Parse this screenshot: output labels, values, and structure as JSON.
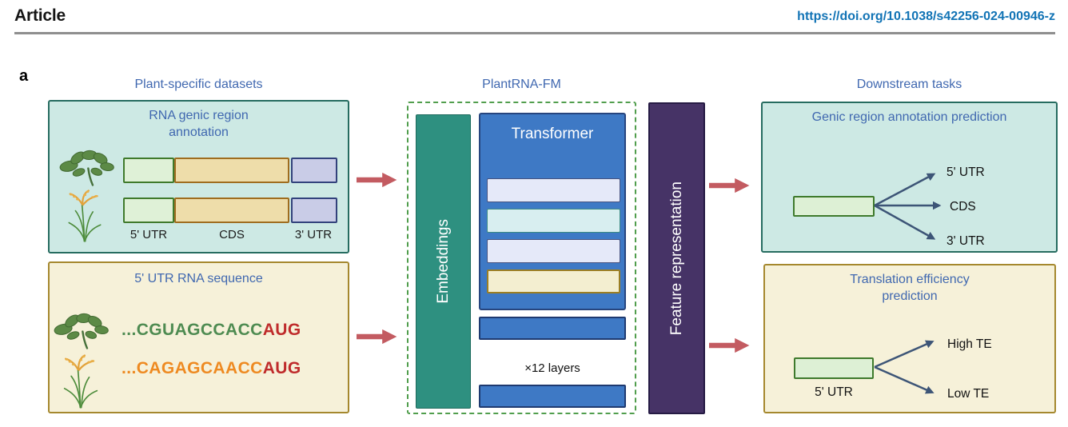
{
  "header": {
    "article_label": "Article",
    "doi": "https://doi.org/10.1038/s42256-024-00946-z"
  },
  "figure": {
    "panel_label": "a",
    "column_titles": {
      "left": "Plant-specific datasets",
      "middle": "PlantRNA-FM",
      "right": "Downstream tasks"
    },
    "genic_box": {
      "title": "RNA genic region annotation",
      "segment_labels": [
        "5' UTR",
        "CDS",
        "3' UTR"
      ]
    },
    "utr_box": {
      "title": "5' UTR RNA sequence",
      "sequences": [
        {
          "prefix": "...CGUAGCCACC",
          "start_codon": "AUG"
        },
        {
          "prefix": "...CAGAGCAACC",
          "start_codon": "AUG"
        }
      ]
    },
    "model": {
      "embeddings_label": "Embeddings",
      "transformer_label": "Transformer",
      "layers_label": "×12 layers",
      "feature_label": "Feature representation"
    },
    "pred_genic_box": {
      "title": "Genic region annotation prediction",
      "outputs": [
        "5' UTR",
        "CDS",
        "3' UTR"
      ]
    },
    "pred_te_box": {
      "title": "Translation efficiency prediction",
      "input_label": "5' UTR",
      "outputs": [
        "High TE",
        "Low TE"
      ]
    },
    "colors": {
      "title_blue": "#4068b0",
      "doi_blue": "#1173b5",
      "teal_box_bg": "#cde9e4",
      "teal_box_border": "#266c60",
      "cream_box_bg": "#f6f1d9",
      "cream_box_border": "#a5882e",
      "transformer_blue": "#3e79c5",
      "embeddings_teal": "#2e9080",
      "feature_purple": "#463366",
      "dashed_green": "#519e4d",
      "flow_arrow_red": "#c35b61",
      "fan_arrow_slate": "#3d5577",
      "seq_green": "#4e8b51",
      "seq_orange": "#ee8a21",
      "start_codon_red": "#bf2b2b"
    }
  }
}
